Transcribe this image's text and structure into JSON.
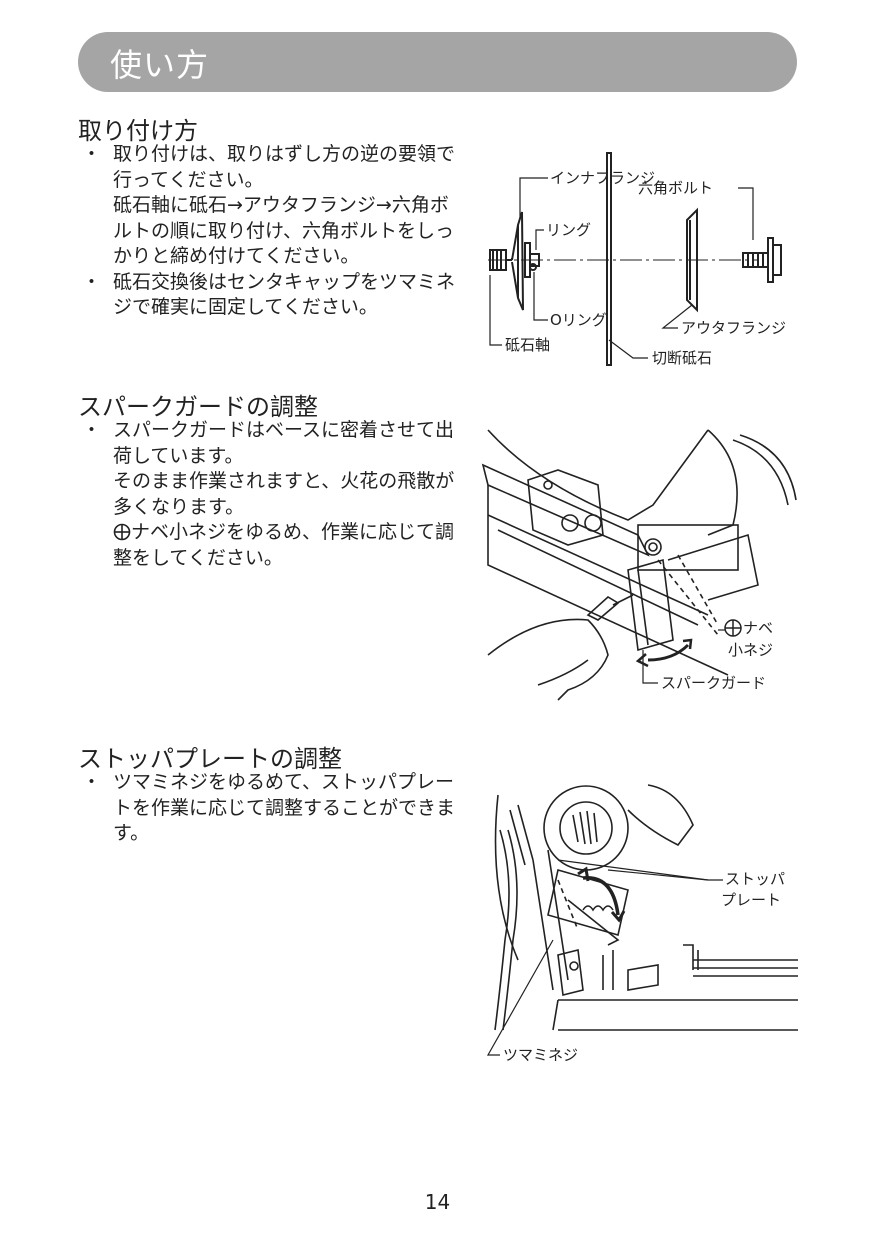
{
  "header": {
    "title": "使い方"
  },
  "sections": [
    {
      "heading": "取り付け方",
      "paragraphs": [
        "取り付けは、取りはずし方の逆の要領で行ってください。",
        "砥石軸に砥石→アウタフランジ→六角ボルトの順に取り付け、六角ボルトをしっかりと締め付けてください。",
        "砥石交換後はセンタキャップをツマミネジで確実に固定してください。"
      ],
      "labels": {
        "inner_flange": "インナフランジ",
        "ring": "リング",
        "o_ring": "Oリング",
        "shaft": "砥石軸",
        "hex_bolt": "六角ボルト",
        "outer_flange": "アウタフランジ",
        "cutting_wheel": "切断砥石"
      }
    },
    {
      "heading": "スパークガードの調整",
      "paragraphs": [
        "スパークガードはベースに密着させて出荷しています。",
        "そのまま作業されますと、火花の飛散が多くなります。",
        "ナベ小ネジをゆるめ、作業に応じて調整をしてください。"
      ],
      "labels": {
        "screw_line1": "ナベ",
        "screw_line2": "小ネジ",
        "spark_guard": "スパークガード"
      }
    },
    {
      "heading": "ストッパプレートの調整",
      "paragraphs": [
        "ツマミネジをゆるめて、ストッパプレートを作業に応じて調整することができます。"
      ],
      "labels": {
        "stopper_line1": "ストッパ",
        "stopper_line2": "プレート",
        "knob_screw": "ツマミネジ"
      }
    }
  ],
  "page_number": "14"
}
